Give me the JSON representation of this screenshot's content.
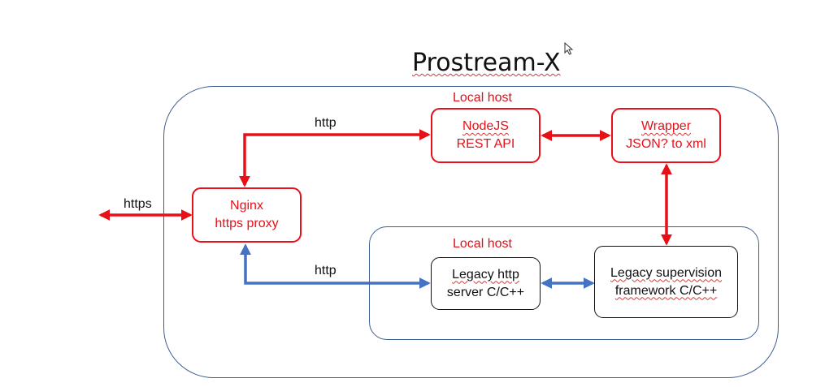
{
  "title": "Prostream-X",
  "regions": {
    "top_local_host": "Local host",
    "bottom_local_host": "Local host"
  },
  "nodes": {
    "nodejs": {
      "line1": "NodeJS",
      "line2": "REST API"
    },
    "wrapper": {
      "line1": "Wrapper",
      "line2": "JSON? to xml"
    },
    "nginx": {
      "line1": "Nginx",
      "line2": "https proxy"
    },
    "legacy_http": {
      "line1": "Legacy http",
      "line2": "server C/C++"
    },
    "legacy_supervision": {
      "line1": "Legacy supervision",
      "line2": "framework C/C++"
    }
  },
  "edge_labels": {
    "https": "https",
    "http_top": "http",
    "http_bottom": "http"
  },
  "colors": {
    "red": "#e81018",
    "blue": "#4472c4",
    "frame": "#3f5f91",
    "text": "#111111"
  }
}
